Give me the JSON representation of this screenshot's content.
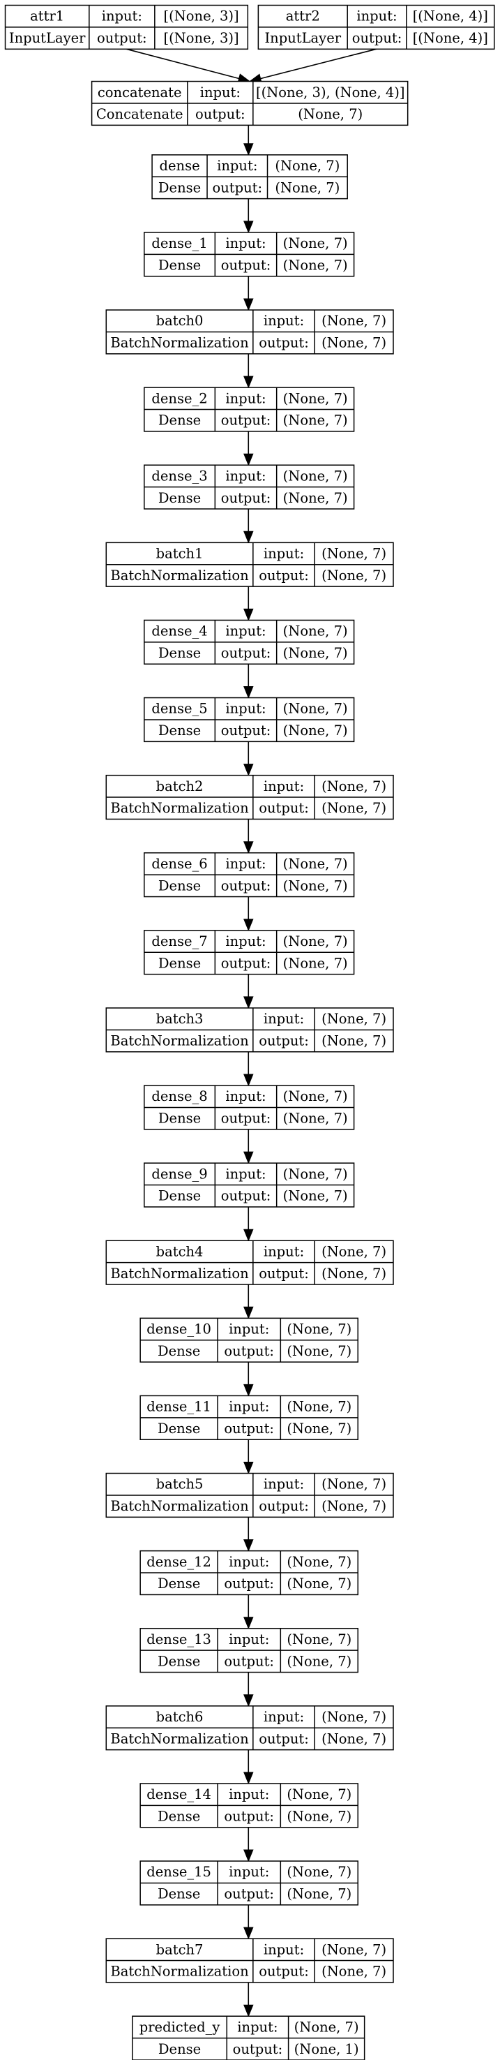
{
  "labels": {
    "input": "input:",
    "output": "output:"
  },
  "nodes": [
    {
      "id": "attr1",
      "name": "attr1",
      "type": "InputLayer",
      "input": "[(None, 3)]",
      "output": "[(None, 3)]"
    },
    {
      "id": "attr2",
      "name": "attr2",
      "type": "InputLayer",
      "input": "[(None, 4)]",
      "output": "[(None, 4)]"
    },
    {
      "id": "concatenate",
      "name": "concatenate",
      "type": "Concatenate",
      "input": "[(None, 3), (None, 4)]",
      "output": "(None, 7)"
    },
    {
      "id": "dense",
      "name": "dense",
      "type": "Dense",
      "input": "(None, 7)",
      "output": "(None, 7)"
    },
    {
      "id": "dense_1",
      "name": "dense_1",
      "type": "Dense",
      "input": "(None, 7)",
      "output": "(None, 7)"
    },
    {
      "id": "batch0",
      "name": "batch0",
      "type": "BatchNormalization",
      "input": "(None, 7)",
      "output": "(None, 7)"
    },
    {
      "id": "dense_2",
      "name": "dense_2",
      "type": "Dense",
      "input": "(None, 7)",
      "output": "(None, 7)"
    },
    {
      "id": "dense_3",
      "name": "dense_3",
      "type": "Dense",
      "input": "(None, 7)",
      "output": "(None, 7)"
    },
    {
      "id": "batch1",
      "name": "batch1",
      "type": "BatchNormalization",
      "input": "(None, 7)",
      "output": "(None, 7)"
    },
    {
      "id": "dense_4",
      "name": "dense_4",
      "type": "Dense",
      "input": "(None, 7)",
      "output": "(None, 7)"
    },
    {
      "id": "dense_5",
      "name": "dense_5",
      "type": "Dense",
      "input": "(None, 7)",
      "output": "(None, 7)"
    },
    {
      "id": "batch2",
      "name": "batch2",
      "type": "BatchNormalization",
      "input": "(None, 7)",
      "output": "(None, 7)"
    },
    {
      "id": "dense_6",
      "name": "dense_6",
      "type": "Dense",
      "input": "(None, 7)",
      "output": "(None, 7)"
    },
    {
      "id": "dense_7",
      "name": "dense_7",
      "type": "Dense",
      "input": "(None, 7)",
      "output": "(None, 7)"
    },
    {
      "id": "batch3",
      "name": "batch3",
      "type": "BatchNormalization",
      "input": "(None, 7)",
      "output": "(None, 7)"
    },
    {
      "id": "dense_8",
      "name": "dense_8",
      "type": "Dense",
      "input": "(None, 7)",
      "output": "(None, 7)"
    },
    {
      "id": "dense_9",
      "name": "dense_9",
      "type": "Dense",
      "input": "(None, 7)",
      "output": "(None, 7)"
    },
    {
      "id": "batch4",
      "name": "batch4",
      "type": "BatchNormalization",
      "input": "(None, 7)",
      "output": "(None, 7)"
    },
    {
      "id": "dense_10",
      "name": "dense_10",
      "type": "Dense",
      "input": "(None, 7)",
      "output": "(None, 7)"
    },
    {
      "id": "dense_11",
      "name": "dense_11",
      "type": "Dense",
      "input": "(None, 7)",
      "output": "(None, 7)"
    },
    {
      "id": "batch5",
      "name": "batch5",
      "type": "BatchNormalization",
      "input": "(None, 7)",
      "output": "(None, 7)"
    },
    {
      "id": "dense_12",
      "name": "dense_12",
      "type": "Dense",
      "input": "(None, 7)",
      "output": "(None, 7)"
    },
    {
      "id": "dense_13",
      "name": "dense_13",
      "type": "Dense",
      "input": "(None, 7)",
      "output": "(None, 7)"
    },
    {
      "id": "batch6",
      "name": "batch6",
      "type": "BatchNormalization",
      "input": "(None, 7)",
      "output": "(None, 7)"
    },
    {
      "id": "dense_14",
      "name": "dense_14",
      "type": "Dense",
      "input": "(None, 7)",
      "output": "(None, 7)"
    },
    {
      "id": "dense_15",
      "name": "dense_15",
      "type": "Dense",
      "input": "(None, 7)",
      "output": "(None, 7)"
    },
    {
      "id": "batch7",
      "name": "batch7",
      "type": "BatchNormalization",
      "input": "(None, 7)",
      "output": "(None, 7)"
    },
    {
      "id": "predicted_y",
      "name": "predicted_y",
      "type": "Dense",
      "input": "(None, 7)",
      "output": "(None, 1)"
    }
  ],
  "edges": [
    [
      "attr1",
      "concatenate"
    ],
    [
      "attr2",
      "concatenate"
    ],
    [
      "concatenate",
      "dense"
    ],
    [
      "dense",
      "dense_1"
    ],
    [
      "dense_1",
      "batch0"
    ],
    [
      "batch0",
      "dense_2"
    ],
    [
      "dense_2",
      "dense_3"
    ],
    [
      "dense_3",
      "batch1"
    ],
    [
      "batch1",
      "dense_4"
    ],
    [
      "dense_4",
      "dense_5"
    ],
    [
      "dense_5",
      "batch2"
    ],
    [
      "batch2",
      "dense_6"
    ],
    [
      "dense_6",
      "dense_7"
    ],
    [
      "dense_7",
      "batch3"
    ],
    [
      "batch3",
      "dense_8"
    ],
    [
      "dense_8",
      "dense_9"
    ],
    [
      "dense_9",
      "batch4"
    ],
    [
      "batch4",
      "dense_10"
    ],
    [
      "dense_10",
      "dense_11"
    ],
    [
      "dense_11",
      "batch5"
    ],
    [
      "batch5",
      "dense_12"
    ],
    [
      "dense_12",
      "dense_13"
    ],
    [
      "dense_13",
      "batch6"
    ],
    [
      "batch6",
      "dense_14"
    ],
    [
      "dense_14",
      "dense_15"
    ],
    [
      "dense_15",
      "batch7"
    ],
    [
      "batch7",
      "predicted_y"
    ]
  ]
}
